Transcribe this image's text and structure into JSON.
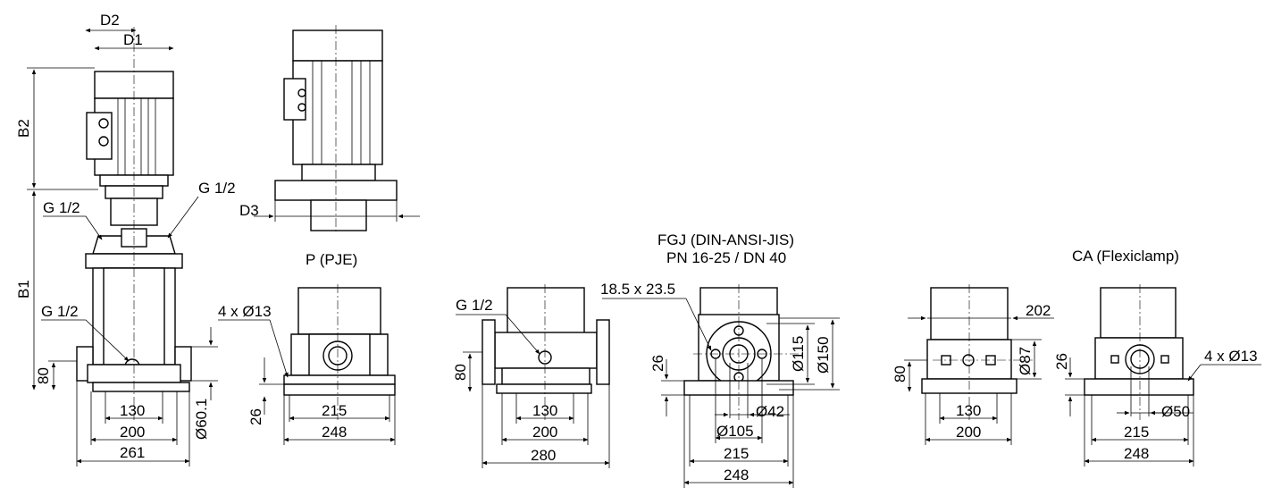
{
  "captions": {
    "p_pje": "P (PJE)",
    "fgj_line1": "FGJ (DIN-ANSI-JIS)",
    "fgj_line2": "PN 16-25 / DN 40",
    "ca": "CA (Flexiclamp)"
  },
  "main_view": {
    "d2": "D2",
    "d1": "D1",
    "b2": "B2",
    "b1": "B1",
    "g_top_right": "G 1/2",
    "g_top_left": "G 1/2",
    "g_inlet": "G 1/2",
    "h80": "80",
    "w130": "130",
    "w200": "200",
    "w261": "261",
    "d60": "Ø60.1"
  },
  "motor_view": {
    "d3": "D3"
  },
  "p_view": {
    "holes": "4 x Ø13",
    "h26": "26",
    "w215": "215",
    "w248": "248"
  },
  "fgj_side": {
    "g": "G 1/2",
    "h80": "80",
    "w130": "130",
    "w200": "200",
    "w280": "280"
  },
  "fgj_front": {
    "slot": "18.5 x 23.5",
    "h26": "26",
    "d115": "Ø115",
    "d150": "Ø150",
    "d42": "Ø42",
    "d105": "Ø105",
    "w215": "215",
    "w248": "248"
  },
  "ca_side": {
    "w202": "202",
    "d87": "Ø87",
    "h80": "80",
    "w130": "130",
    "w200": "200"
  },
  "ca_front": {
    "holes": "4 x Ø13",
    "h26": "26",
    "d50": "Ø50",
    "w215": "215",
    "w248": "248"
  }
}
